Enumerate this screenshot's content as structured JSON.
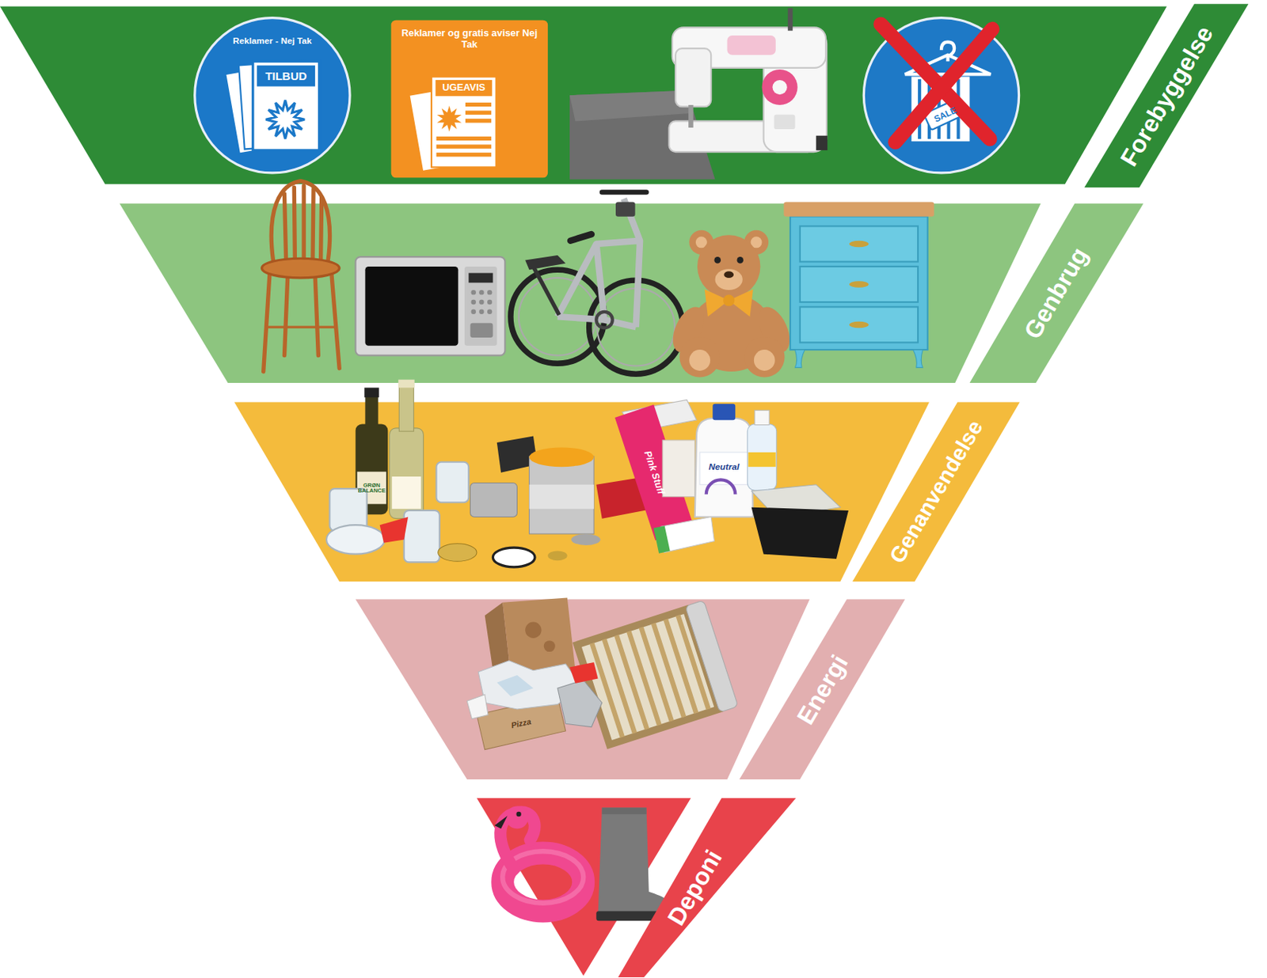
{
  "diagram": {
    "nodes": [
      {
        "text": [
          "Reklamer - Nej Tak",
          "TILBUD"
        ]
      },
      {
        "text": [
          "Reklamer og gratis aviser Nej Tak",
          "UGEAVIS"
        ]
      },
      {
        "text": [
          "Forebyggelse"
        ]
      },
      {
        "text": [
          "Genbrug"
        ]
      },
      {
        "text": [
          "Genanvendelse"
        ]
      },
      {
        "text": [
          "Energi"
        ]
      },
      {
        "text": [
          "Deponi"
        ]
      }
    ],
    "labels": [
      "SALE",
      "GRØN BALANCE",
      "Neutral",
      "Pink Stuff",
      "Pizza"
    ]
  }
}
